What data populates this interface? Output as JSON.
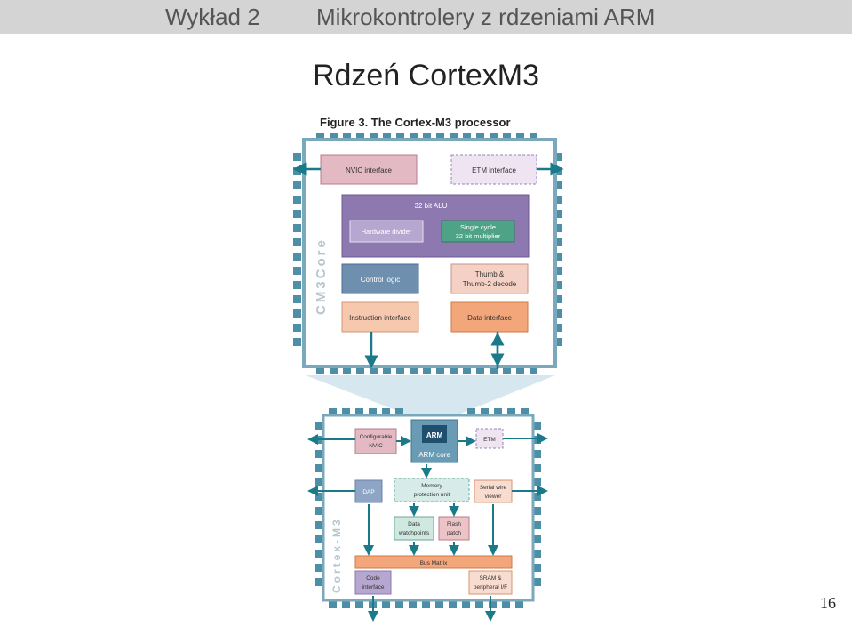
{
  "header": {
    "lecture": "Wykład 2",
    "course": "Mikrokontrolery z rdzeniami ARM"
  },
  "slide": {
    "title": "Rdzeń CortexM3",
    "page_number": "16"
  },
  "figure": {
    "caption": "Figure 3. The Cortex-M3 processor",
    "core": {
      "side_label": "CM3Core",
      "nvic": "NVIC interface",
      "etm": "ETM interface",
      "alu": "32 bit ALU",
      "divider": "Hardware divider",
      "multiplier_line1": "Single cycle",
      "multiplier_line2": "32 bit multiplier",
      "control": "Control logic",
      "thumb_line1": "Thumb &",
      "thumb_line2": "Thumb-2 decode",
      "instr_if": "Instruction interface",
      "data_if": "Data interface"
    },
    "processor": {
      "side_label": "Cortex-M3",
      "nvic_line1": "Configurable",
      "nvic_line2": "NVIC",
      "arm_logo": "ARM",
      "arm_core": "ARM core",
      "etm": "ETM",
      "dap": "DAP",
      "mpu_line1": "Memory",
      "mpu_line2": "protection unit",
      "swv_line1": "Serial wire",
      "swv_line2": "viewer",
      "dw_line1": "Data",
      "dw_line2": "watchpoints",
      "fp_line1": "Flash",
      "fp_line2": "patch",
      "bus": "Bus Matrix",
      "code_line1": "Code",
      "code_line2": "interface",
      "sram_line1": "SRAM &",
      "sram_line2": "peripheral I/F"
    },
    "colors": {
      "pin": "#4d8fa6",
      "arrow": "#1a7a8a",
      "frame": "#7aa8bd",
      "nvic_fill": "#e3b9c4",
      "alu_fill": "#8d78b0",
      "bus_fill": "#f2a679"
    }
  }
}
